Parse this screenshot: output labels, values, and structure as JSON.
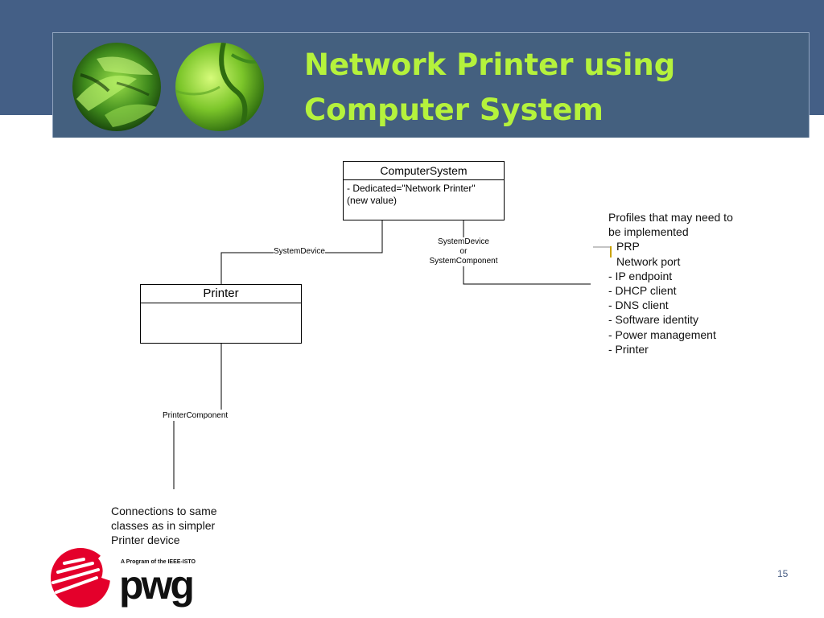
{
  "slide": {
    "title_line1": "Network Printer using",
    "title_line2": "Computer System",
    "page_number": "15"
  },
  "colors": {
    "header_band": "#445f86",
    "title": "#b5f23c",
    "logo_red": "#e4002b"
  },
  "diagram": {
    "computer_system": {
      "name": "ComputerSystem",
      "attributes": [
        "- Dedicated=\"Network Printer\"",
        "(new value)"
      ]
    },
    "printer": {
      "name": "Printer"
    },
    "associations": {
      "system_device": "SystemDevice",
      "system_device_or_component": [
        "SystemDevice",
        "or",
        "SystemComponent"
      ],
      "printer_component": "PrinterComponent"
    },
    "profiles_note": {
      "heading": [
        "Profiles that may need to",
        "be implemented"
      ],
      "items": [
        "PRP",
        "Network port",
        "- IP endpoint",
        "- DHCP client",
        "- DNS client",
        "- Software identity",
        "- Power management",
        "- Printer"
      ]
    },
    "connections_note": [
      "Connections to same",
      "classes as in simpler",
      "Printer device"
    ]
  },
  "logo": {
    "tagline": "A Program of the IEEE-ISTO",
    "wordmark": "pwg"
  }
}
